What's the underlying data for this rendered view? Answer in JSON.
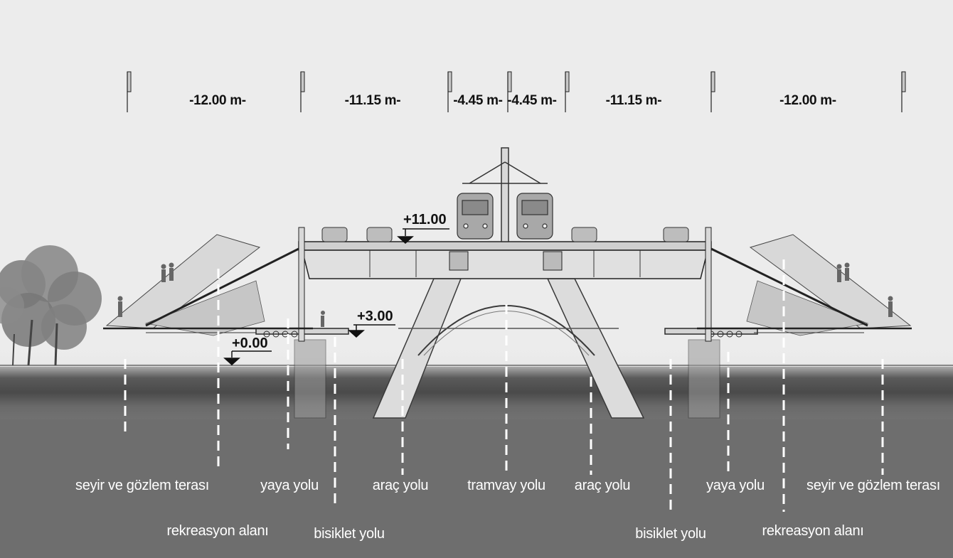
{
  "dimensions": [
    {
      "label": "-12.00 m-"
    },
    {
      "label": "-11.15 m-"
    },
    {
      "label": "-4.45 m-"
    },
    {
      "label": "-4.45 m-"
    },
    {
      "label": "-11.15 m-"
    },
    {
      "label": "-12.00 m-"
    }
  ],
  "levels": {
    "deck": "+11.00",
    "mid": "+3.00",
    "ground": "+0.00"
  },
  "zones": [
    {
      "label": "seyir ve gözlem terası"
    },
    {
      "label": "rekreasyon alanı"
    },
    {
      "label": "yaya yolu"
    },
    {
      "label": "bisiklet yolu"
    },
    {
      "label": "araç yolu"
    },
    {
      "label": "tramvay yolu"
    },
    {
      "label": "araç yolu"
    },
    {
      "label": "bisiklet yolu"
    },
    {
      "label": "yaya yolu"
    },
    {
      "label": "rekreasyon alanı"
    },
    {
      "label": "seyir ve gözlem terası"
    }
  ],
  "colors": {
    "background": "#ececec",
    "water": "#6e6e6e",
    "structure": "#2a2a2a",
    "label_text": "#ffffff",
    "guide_dash": "#ffffff"
  }
}
